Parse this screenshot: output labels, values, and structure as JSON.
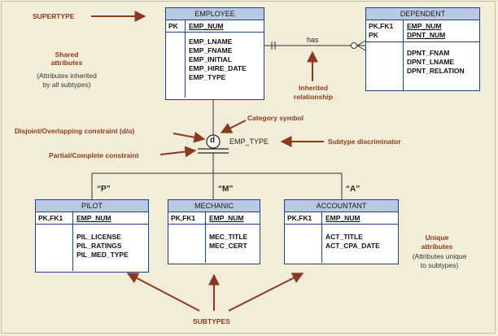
{
  "labels": {
    "supertype": "SUPERTYPE",
    "shared_title_1": "Shared",
    "shared_title_2": "attributes",
    "shared_note_1": "(Attributes inherited",
    "shared_note_2": "by all subtypes)",
    "has": "has",
    "inherited_1": "Inherited",
    "inherited_2": "relationship",
    "category_symbol": "Category symbol",
    "disjoint_constraint": "Disjoint/Overlapping constraint (d/o)",
    "partial_constraint": "Partial/Complete constraint",
    "subtype_discriminator": "Subtype discriminator",
    "unique_1": "Unique",
    "unique_2": "attributes",
    "unique_note_1": "(Attributes unique",
    "unique_note_2": "to subtypes)",
    "subtypes": "SUBTYPES"
  },
  "category": {
    "symbol": "d",
    "discriminator": "EMP_TYPE",
    "codes": [
      "“P”",
      "“M”",
      "“A”"
    ]
  },
  "entities": {
    "employee": {
      "title": "EMPLOYEE",
      "pk_key": "PK",
      "pk_attr": "EMP_NUM",
      "attrs": [
        "EMP_LNAME",
        "EMP_FNAME",
        "EMP_INITIAL",
        "EMP_HIRE_DATE",
        "EMP_TYPE"
      ]
    },
    "dependent": {
      "title": "DEPENDENT",
      "pk_keys": [
        "PK,FK1",
        "PK"
      ],
      "pk_attrs": [
        "EMP_NUM",
        "DPNT_NUM"
      ],
      "attrs": [
        "DPNT_FNAM",
        "DPNT_LNAME",
        "DPNT_RELATION"
      ]
    },
    "pilot": {
      "title": "PILOT",
      "pk_key": "PK,FK1",
      "pk_attr": "EMP_NUM",
      "attrs": [
        "PIL_LICENSE",
        "PIL_RATINGS",
        "PIL_MED_TYPE"
      ]
    },
    "mechanic": {
      "title": "MECHANIC",
      "pk_key": "PK,FK1",
      "pk_attr": "EMP_NUM",
      "attrs": [
        "MEC_TITLE",
        "MEC_CERT"
      ]
    },
    "accountant": {
      "title": "ACCOUNTANT",
      "pk_key": "PK,FK1",
      "pk_attr": "EMP_NUM",
      "attrs": [
        "ACT_TITLE",
        "ACT_CPA_DATE"
      ]
    }
  },
  "colors": {
    "annotation": "#8a3a1c",
    "entity_border": "#1f3f8f",
    "entity_header": "#b9c9e2",
    "background": "#f2edd8"
  }
}
